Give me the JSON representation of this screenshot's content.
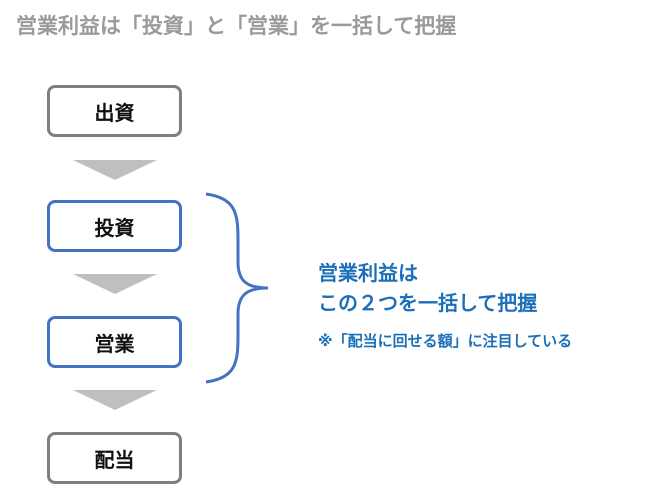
{
  "title": "営業利益は「投資」と「営業」を一括して把握",
  "steps": [
    {
      "label": "出資",
      "highlighted": false
    },
    {
      "label": "投資",
      "highlighted": true
    },
    {
      "label": "営業",
      "highlighted": true
    },
    {
      "label": "配当",
      "highlighted": false
    }
  ],
  "callout": {
    "line1": "営業利益は",
    "line2": "この２つを一括して把握",
    "note": "※「配当に回せる額」に注目している"
  },
  "colors": {
    "accent": "#1b6fb8",
    "brace": "#4472c4",
    "gray_border": "#7f7f7f",
    "arrow": "#bfbfbf"
  }
}
